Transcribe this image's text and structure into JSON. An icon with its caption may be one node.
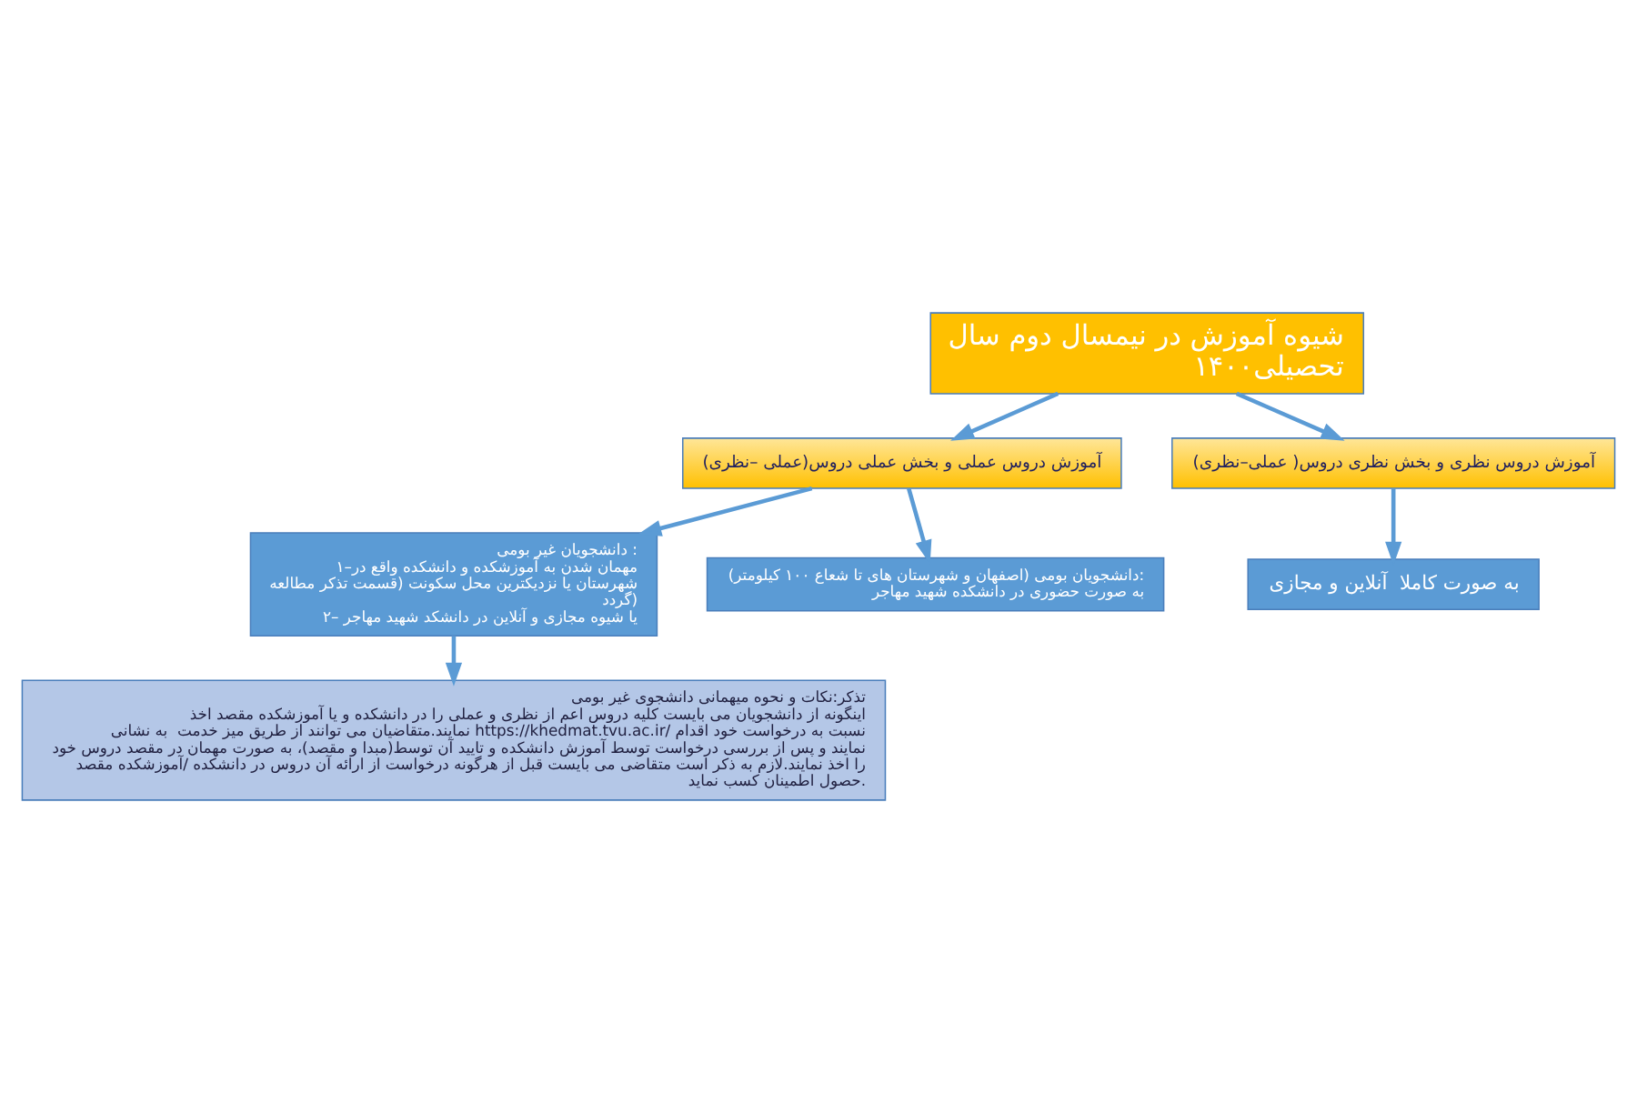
{
  "diagram": {
    "nodes": [
      {
        "text": [
          "شیوه آموزش در نیمسال دوم سال تحصیلی۱۴۰۰"
        ]
      },
      {
        "text": [
          "آموزش دروس نظری و بخش نظری دروس( عملی–نظری)"
        ]
      },
      {
        "text": [
          "آموزش دروس عملی و بخش عملی دروس(عملی –نظری)"
        ]
      },
      {
        "text": [
          "به صورت کاملا  آنلاین و مجازی"
        ]
      },
      {
        "text": [
          "دانشجویان غیر بومی :",
          "۱–مهمان شدن به آموزشکده و دانشکده واقع در شهرستان یا نزدیکترین محل سکونت (قسمت تذکر مطالعه گردد)",
          "۲– یا شیوه مجازی و آنلاین در دانشکد شهید مهاجر"
        ]
      },
      {
        "text": [
          "دانشجویان بومی (اصفهان و شهرستان های تا شعاع ۱۰۰ کیلومتر):",
          "به صورت حضوری در دانشکده شهید مهاجر"
        ]
      },
      {
        "text": [
          "تذکر:نکات و نحوه میهمانی دانشجوی غیر بومی",
          "اینگونه از دانشجویان می بایست کلیه دروس اعم از نظری و عملی را در دانشکده و یا آموزشکده مقصد اخذ نمایند.متقاضیان می توانند از طریق میز خدمت  به نشانی https://khedmat.tvu.ac.ir/ نسبت به درخواست خود اقدام نمایند و پس از بررسی درخواست توسط آموزش دانشکده و تایید آن توسط(مبدا و مقصد)، به صورت مهمان در مقصد دروس خود را اخذ نمایند.لازم به ذکر است متقاضی می بایست قبل از هرگونه درخواست از ارائه آن دروس در دانشکده /آموزشکده مقصد حصول اطمینان کسب نماید."
        ]
      }
    ],
    "edges": [
      {
        "from": 0,
        "to": 1,
        "arrow": "to"
      },
      {
        "from": 0,
        "to": 2,
        "arrow": "to"
      },
      {
        "from": 1,
        "to": 3,
        "arrow": "to"
      },
      {
        "from": 2,
        "to": 4,
        "arrow": "to"
      },
      {
        "from": 2,
        "to": 5,
        "arrow": "to"
      },
      {
        "from": 4,
        "to": 6,
        "arrow": "to"
      }
    ]
  }
}
